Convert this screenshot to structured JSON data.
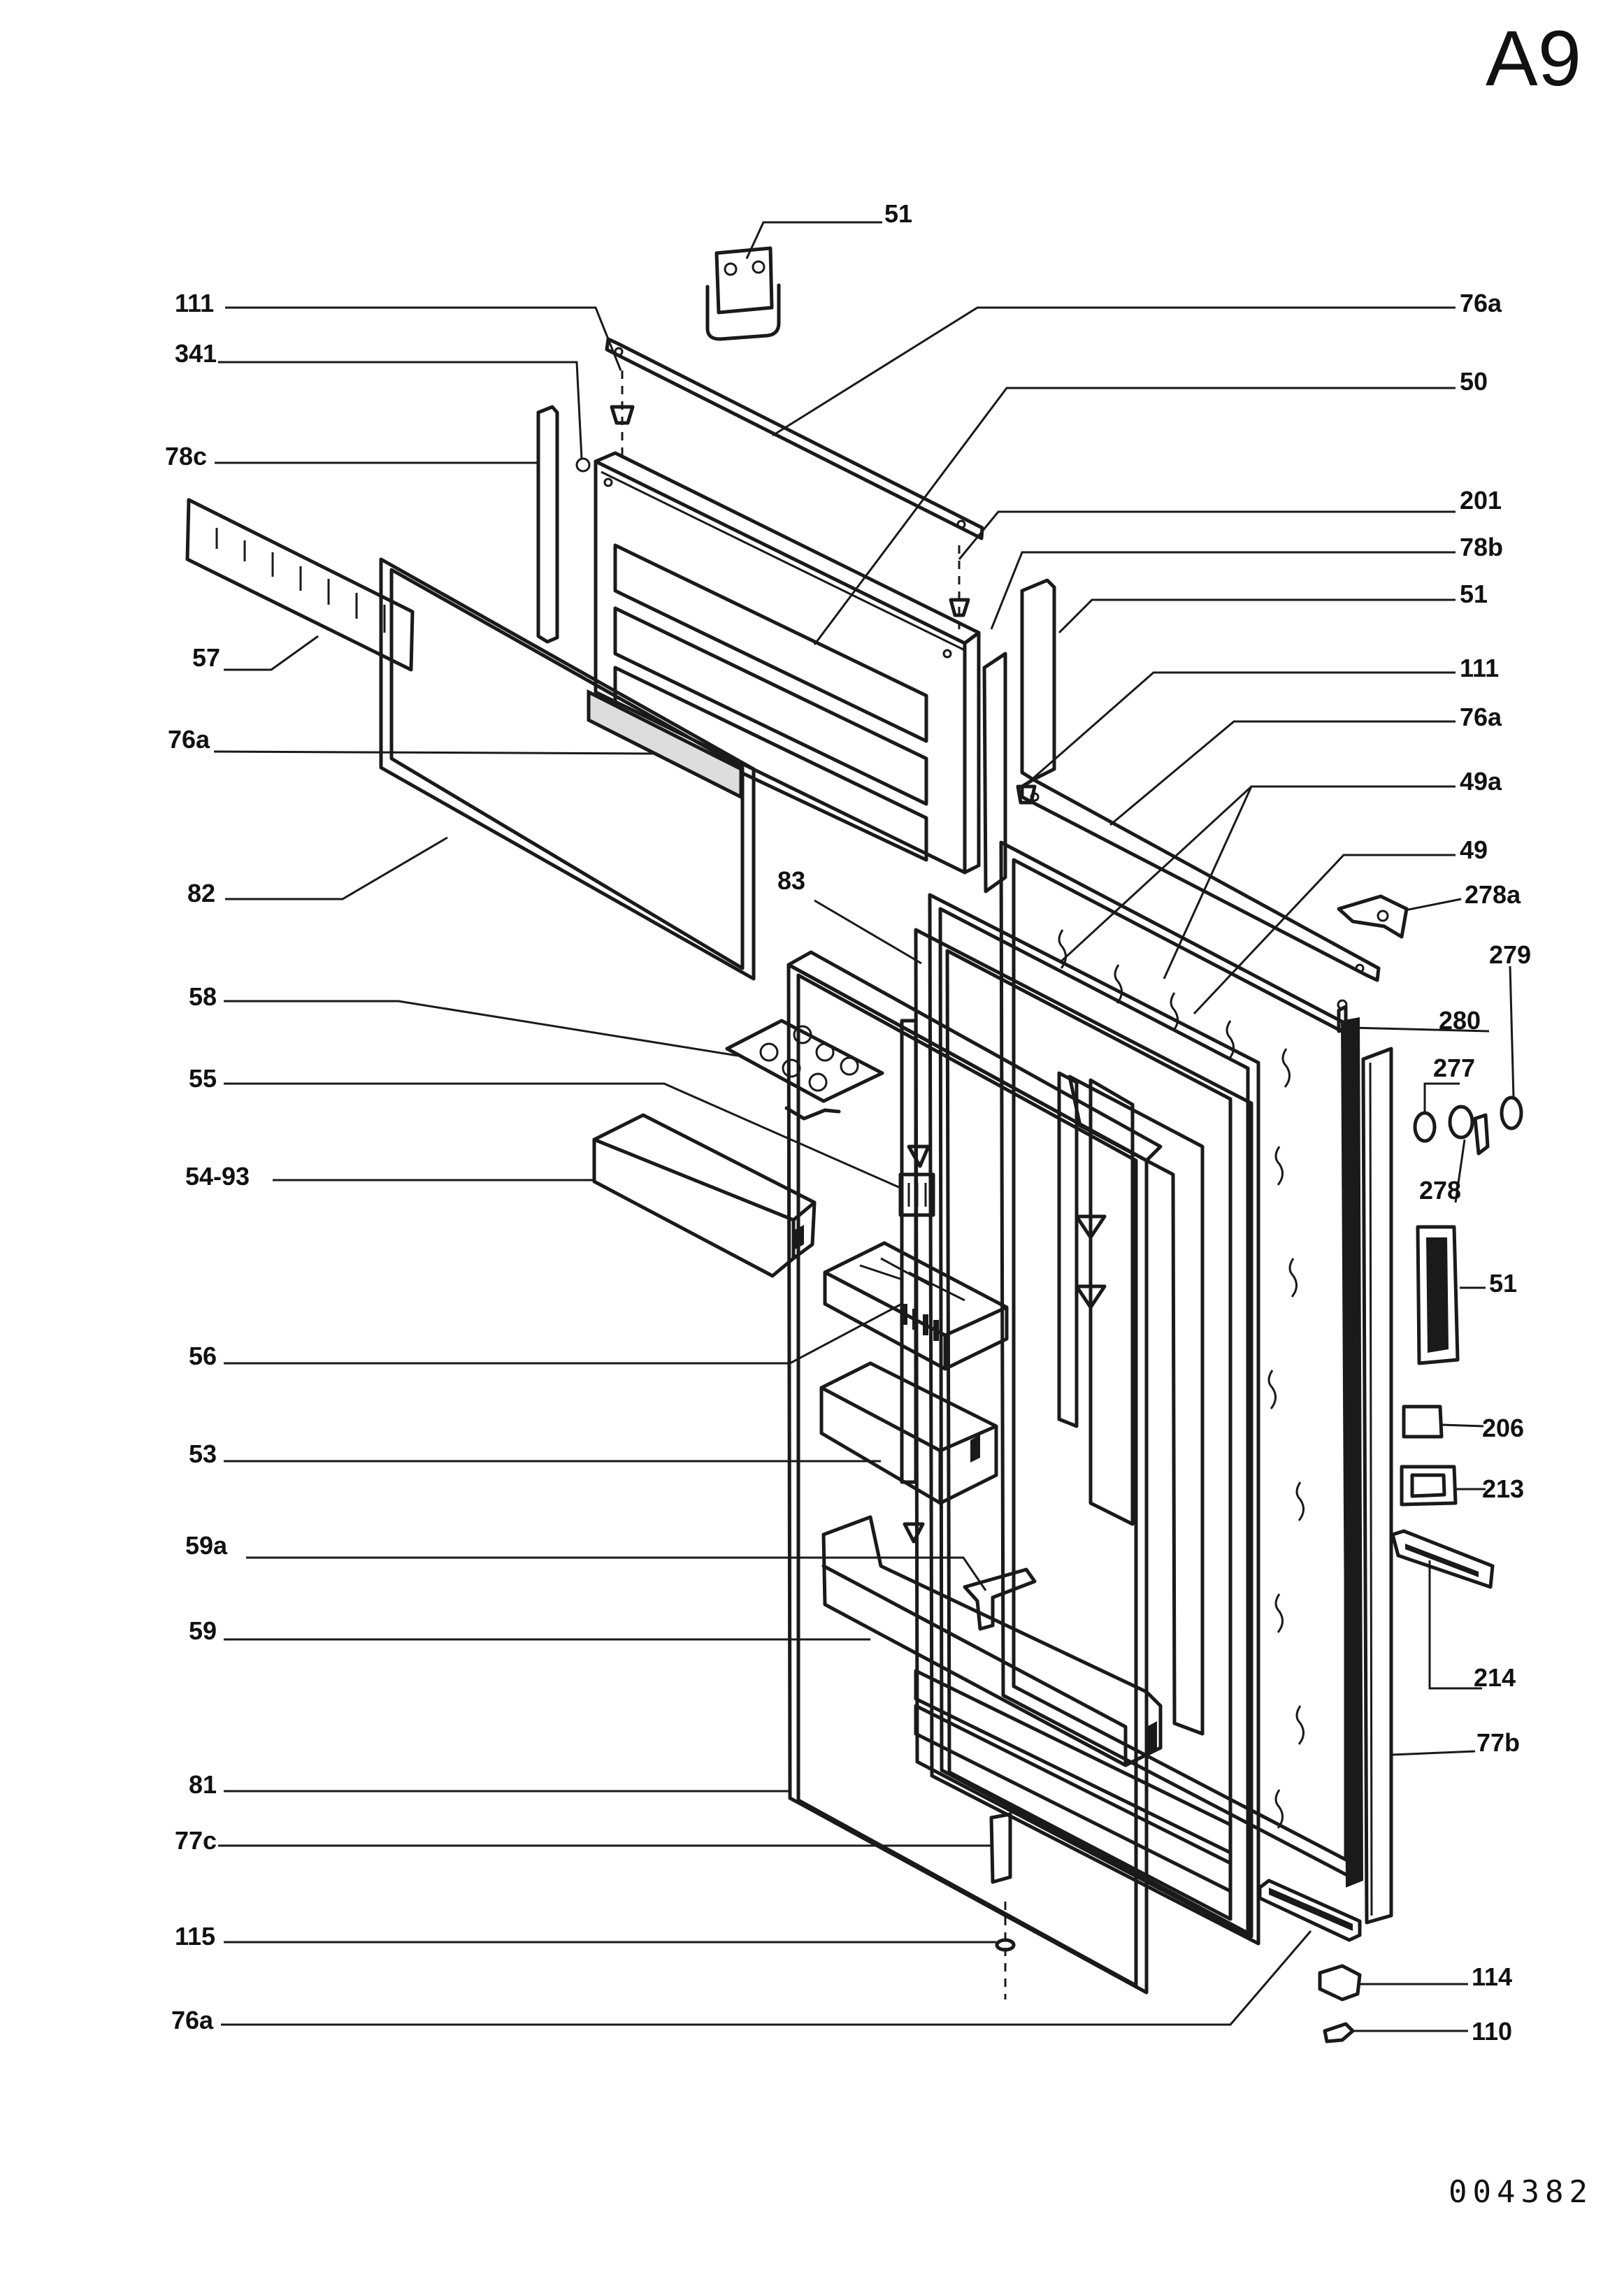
{
  "page_id": "A9",
  "drawing_number": "004382",
  "labels": {
    "l51_top": "51",
    "l111_a": "111",
    "l76a_top": "76a",
    "l341": "341",
    "l50": "50",
    "l78c": "78c",
    "l201": "201",
    "l78b": "78b",
    "l51_mid": "51",
    "l57": "57",
    "l111_b": "111",
    "l76a_left": "76a",
    "l76a_right": "76a",
    "l49a": "49a",
    "l82": "82",
    "l83": "83",
    "l49": "49",
    "l278a": "278a",
    "l279": "279",
    "l58": "58",
    "l280": "280",
    "l277": "277",
    "l55": "55",
    "l54_93": "54-93",
    "l278": "278",
    "l51_low": "51",
    "l56": "56",
    "l206": "206",
    "l53": "53",
    "l213": "213",
    "l59a": "59a",
    "l59": "59",
    "l214": "214",
    "l77b": "77b",
    "l81": "81",
    "l77c": "77c",
    "l115": "115",
    "l114": "114",
    "l76a_bottom": "76a",
    "l110": "110"
  }
}
